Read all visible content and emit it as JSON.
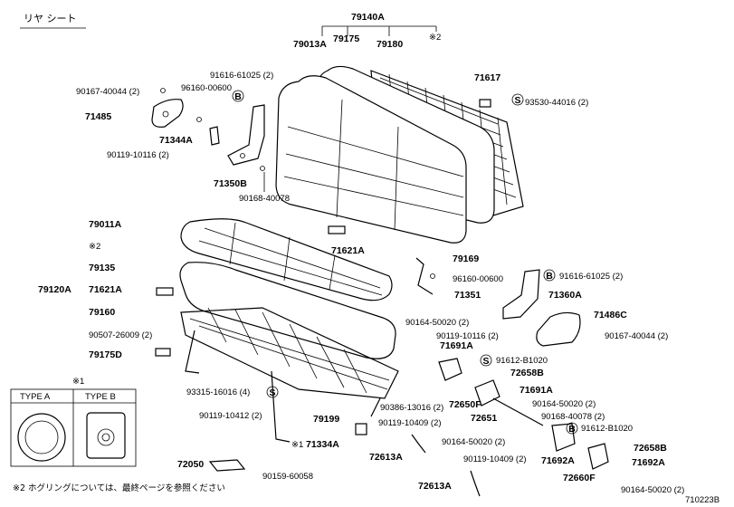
{
  "title": "リヤ シート",
  "figure_id": "710223B",
  "note": "※2 ホグリングについては、最終ページを参照ください",
  "legend": {
    "title": "※1",
    "type_a": "TYPE A",
    "type_b": "TYPE B"
  },
  "labels": {
    "p79140A": "79140A",
    "p79013A": "79013A",
    "p79175": "79175",
    "p79180": "79180",
    "mk2a": "※2",
    "p71617": "71617",
    "p91616a": "91616-61025 (2)",
    "p96160a": "96160-00600",
    "p90167a": "90167-40044 (2)",
    "p93530": "93530-44016 (2)",
    "p71485": "71485",
    "p71344A": "71344A",
    "p90119a": "90119-10116 (2)",
    "p71350B": "71350B",
    "p90168a": "90168-40078",
    "p79011A": "79011A",
    "mk2b": "※2",
    "p79135": "79135",
    "p79120A": "79120A",
    "p71621Aa": "71621A",
    "p79160": "79160",
    "p90507": "90507-26009 (2)",
    "p79175D": "79175D",
    "p71621Ab": "71621A",
    "p79169": "79169",
    "p96160b": "96160-00600",
    "p91616b": "91616-61025 (2)",
    "p71351": "71351",
    "p71360A": "71360A",
    "p71486C": "71486C",
    "p90164a": "90164-50020 (2)",
    "p90119b": "90119-10116 (2)",
    "p90167b": "90167-40044 (2)",
    "p71691Aa": "71691A",
    "p91612a": "91612-B1020",
    "p72658Ba": "72658B",
    "p71691Ab": "71691A",
    "p93315": "93315-16016 (4)",
    "p72650F": "72650F",
    "p90164b": "90164-50020 (2)",
    "p90386": "90386-13016 (2)",
    "p72651": "72651",
    "p90168b": "90168-40078 (2)",
    "p90119c": "90119-10412 (2)",
    "p79199": "79199",
    "p90119d": "90119-10409 (2)",
    "p91612b": "91612-B1020",
    "mk1": "※1",
    "p71334A": "71334A",
    "p90164c": "90164-50020 (2)",
    "p72658Bb": "72658B",
    "p72613Aa": "72613A",
    "p72050": "72050",
    "p90119e": "90119-10409 (2)",
    "p71692Aa": "71692A",
    "p71692Ab": "71692A",
    "p72660F": "72660F",
    "p90159": "90159-60058",
    "p72613Ab": "72613A",
    "p90164d": "90164-50020 (2)",
    "circS": "S",
    "circB": "B"
  }
}
